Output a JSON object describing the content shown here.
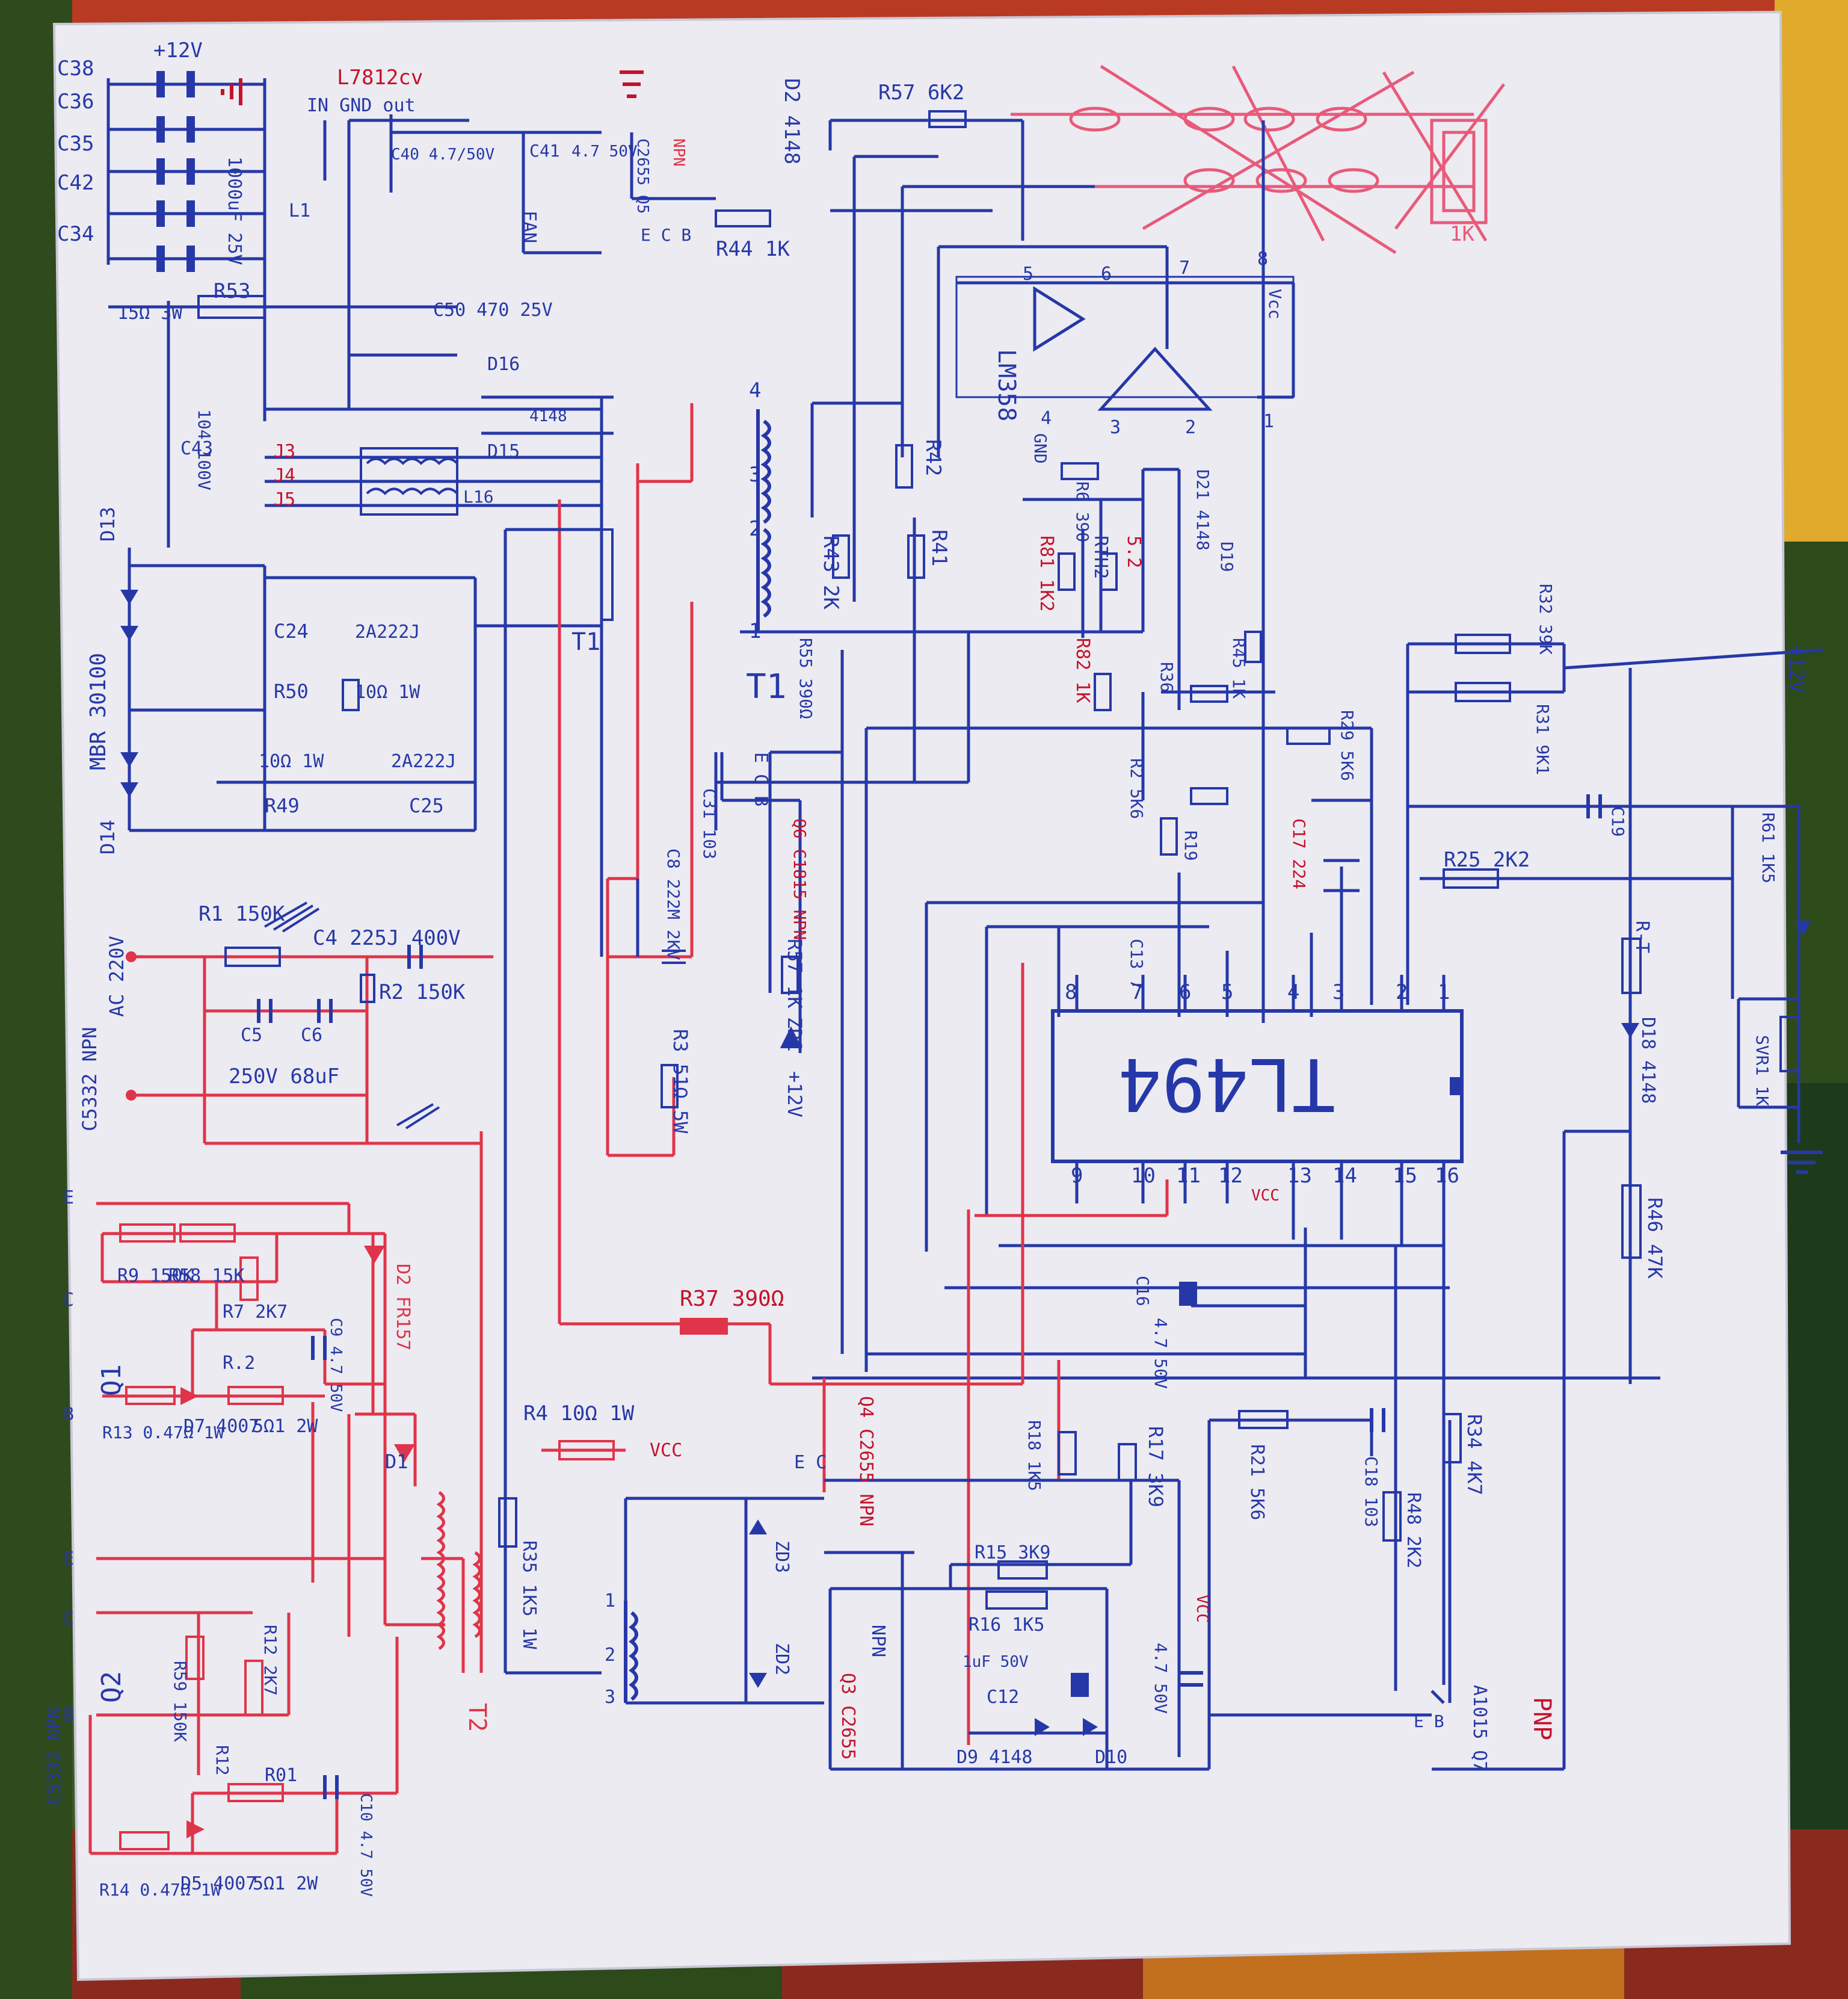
{
  "colors": {
    "paper": "#ecebf1",
    "ink_blue": "#2638a8",
    "ink_red": "#e0344a",
    "ink_dark_red": "#c4122c",
    "pink_scribble": "#e85a7a",
    "cloth_green": "#3c5a24",
    "cloth_red": "#8a2a1e",
    "cloth_orange": "#c2701e"
  },
  "top_left": {
    "cap_labels": [
      "C38",
      "C36",
      "C35",
      "C42",
      "C34"
    ],
    "plus12": "+12V",
    "bank_value": "1000uF 25V",
    "r53": "R53",
    "r53_value": "15Ω 3W",
    "reg": "L7812cv",
    "reg_pins": "IN  GND  out",
    "l1": "L1",
    "c40": "C40 4.7/50V",
    "c41": "C41",
    "c41_value": "4.7 50V",
    "c50": "C50 470 25V",
    "q5": "C2655 Q5",
    "q5_pins": "E C B",
    "q5_type": "NPN",
    "fan": "FAN",
    "c43": "C43",
    "c43_value": "104 100V",
    "d16": "D16",
    "d15": "D15",
    "d_val": "4148",
    "taps": [
      "J3",
      "J4",
      "J5"
    ],
    "l16": "L16",
    "d13": "D13",
    "d14": "D14",
    "mbr": "MBR 30100",
    "c24": "C24",
    "c24_value": "2A222J",
    "r50": "R50",
    "r50_value": "10Ω 1W",
    "r49": "R49",
    "r49_value": "10Ω 1W",
    "c25": "C25",
    "c25_value": "2A222J",
    "t1": "T1"
  },
  "top_middle": {
    "d2": "D2 4148",
    "r57": "R57 6K2",
    "r44": "R44 1K",
    "lm358": "LM358",
    "gnd": "GND",
    "vcc": "Vcc",
    "pins": [
      "5",
      "6",
      "7",
      "8",
      "3",
      "2",
      "1",
      "4"
    ],
    "r42": "R42",
    "r41": "R41",
    "r43": "R43 2K",
    "r55": "R55 390Ω",
    "t1_pins": [
      "4",
      "3",
      "2",
      "1"
    ],
    "r6": "R6 390",
    "r81": "R81 1K2",
    "rth2": "RTH2",
    "rth2_value": "5.2",
    "r82": "R82 1K",
    "d21": "D21 4148",
    "d19": "D19",
    "r45": "R45 1K",
    "r36": "R36",
    "r29": "R29 5K6",
    "r2": "R2 5K6",
    "r19": "R19",
    "c17": "C17 224",
    "scribble_label": "1K"
  },
  "right": {
    "plus12": "+12V",
    "r32": "R32 39K",
    "r31": "R31 9K1",
    "c19": "C19",
    "r25": "R25 2K2",
    "r61": "R61 1K5",
    "r_t": "R-T",
    "d18": "D18 4148",
    "svr1": "SVR1 1K",
    "r46": "R46 47K"
  },
  "tl494": {
    "name": "TL494",
    "top_pins": [
      "8",
      "7",
      "6",
      "5",
      "4",
      "3",
      "2",
      "1"
    ],
    "bottom_pins": [
      "9",
      "10",
      "11",
      "12",
      "13",
      "14",
      "15",
      "16"
    ],
    "vcc": "VCC",
    "c13": "C13 7",
    "c16": "C16",
    "c16_value": "4.7 50V"
  },
  "middle_left": {
    "ac": "AC 220V",
    "r1": "R1 150K",
    "c4": "C4 225J 400V",
    "r2": "R2 150K",
    "c5": "C5",
    "c6": "C6",
    "caps_value": "250V 68uF",
    "c31": "C31 103",
    "q6": "Q6 C1815 NPN",
    "q6_pins": "E C B",
    "r57": "R57 1K",
    "zd1": "ZD1",
    "plus12": "+12V",
    "c8": "C8 222M 2KV",
    "r3": "R3 51Ω 5W"
  },
  "bottom_left": {
    "q1": "Q1",
    "q1_type": "C5332 NPN",
    "r9": "R9 150K",
    "r58": "R58 15K",
    "r7": "R7 2K7",
    "r0": "R.2",
    "c9": "C9 4.7 50V",
    "r13": "R13 0.47Ω 1W",
    "d7": "D7 4007",
    "r5_1": "5Ω1 2W",
    "d2": "D2 FR157",
    "d1": "D1",
    "q2": "Q2",
    "q2_type": "C5332 NPN",
    "r59": "R59 150K",
    "r12": "R12 2K7",
    "r12b": "R12",
    "r01": "R01",
    "c10": "C10 4.7 50V",
    "r14": "R14 0.47Ω 1W",
    "d5": "D5 4007",
    "r5_2": "5Ω1 2W",
    "t2": "T2",
    "ebc": [
      "E",
      "C",
      "B",
      "E",
      "C",
      "B"
    ]
  },
  "bottom_middle": {
    "r37": "R37 390Ω",
    "r4": "R4 10Ω 1W",
    "vcc": "VCC",
    "r35": "R35 1K5 1W",
    "t2_pins": [
      "1",
      "2",
      "3"
    ],
    "q4": "Q4 C2655 NPN",
    "zd3": "ZD3",
    "zd2": "ZD2",
    "q3": "Q3 C2655",
    "q3_type": "NPN",
    "r18": "R18 1K5",
    "r17": "R17 3K9",
    "r21": "R21 5K6",
    "c18": "C18 103",
    "r15": "R15 3K9",
    "r16": "R16 1K5",
    "c12": "C12",
    "c12_value": "1uF 50V",
    "c_vcc": "4.7 50V",
    "d9": "D9 4148",
    "d10": "D10",
    "r48": "R48 2K2",
    "r34": "R34 4K7",
    "q7": "A1015 Q7",
    "q7_type": "PNP",
    "e_b": "E B",
    "e_c": "E C"
  }
}
